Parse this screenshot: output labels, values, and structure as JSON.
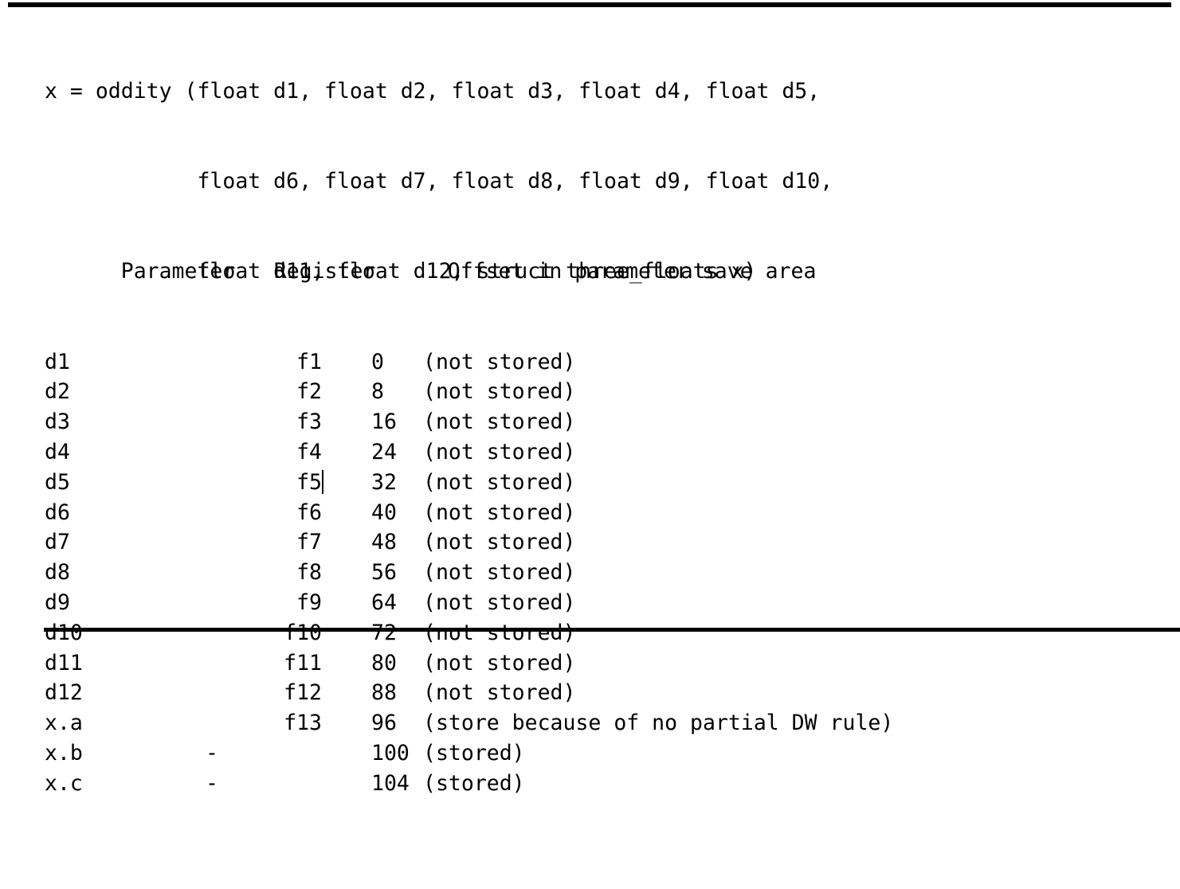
{
  "document": {
    "signature": [
      "x = oddity (float d1, float d2, float d3, float d4, float d5,",
      "            float d6, float d7, float d8, float d9, float d10,",
      "            float d11, float d12, struct three_floats x)"
    ],
    "table": {
      "headers": {
        "parameter": "Parameter",
        "register": "Register",
        "offset": "Offset in parameter save area"
      },
      "rows": [
        {
          "parameter": "d1",
          "register": "f1",
          "offset": "0",
          "note": "(not stored)"
        },
        {
          "parameter": "d2",
          "register": "f2",
          "offset": "8",
          "note": "(not stored)"
        },
        {
          "parameter": "d3",
          "register": "f3",
          "offset": "16",
          "note": "(not stored)"
        },
        {
          "parameter": "d4",
          "register": "f4",
          "offset": "24",
          "note": "(not stored)"
        },
        {
          "parameter": "d5",
          "register": "f5",
          "offset": "32",
          "note": "(not stored)"
        },
        {
          "parameter": "d6",
          "register": "f6",
          "offset": "40",
          "note": "(not stored)"
        },
        {
          "parameter": "d7",
          "register": "f7",
          "offset": "48",
          "note": "(not stored)"
        },
        {
          "parameter": "d8",
          "register": "f8",
          "offset": "56",
          "note": "(not stored)"
        },
        {
          "parameter": "d9",
          "register": "f9",
          "offset": "64",
          "note": "(not stored)"
        },
        {
          "parameter": "d10",
          "register": "f10",
          "offset": "72",
          "note": "(not stored)"
        },
        {
          "parameter": "d11",
          "register": "f11",
          "offset": "80",
          "note": "(not stored)"
        },
        {
          "parameter": "d12",
          "register": "f12",
          "offset": "88",
          "note": "(not stored)"
        },
        {
          "parameter": "x.a",
          "register": "f13",
          "offset": "96",
          "note": "(store because of no partial DW rule)"
        },
        {
          "parameter": "x.b",
          "register": "-",
          "offset": "100",
          "note": "(stored)"
        },
        {
          "parameter": "x.c",
          "register": "-",
          "offset": "104",
          "note": "(stored)"
        }
      ]
    }
  },
  "cursor": {
    "row_index": 4,
    "after_field": "register"
  },
  "colors": {
    "background": "#ffffff",
    "text": "#000000",
    "rule": "#000000"
  }
}
